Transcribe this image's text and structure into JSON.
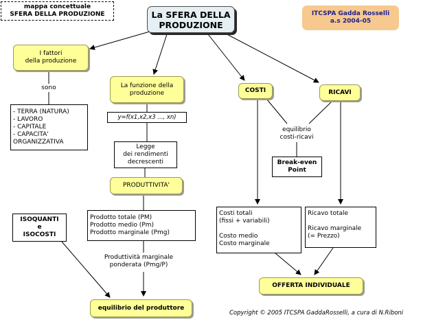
{
  "corner_note": {
    "line1": "mappa concettuale",
    "line2": "SFERA DELLA PRODUZIONE"
  },
  "main_title": "La SFERA DELLA\nPRODUZIONE",
  "school_badge": {
    "line1": "ITCSPA Gadda Rosselli",
    "line2": "a.s 2004-05"
  },
  "nodes": {
    "fattori": "I fattori\ndella produzione",
    "sono": "sono",
    "fattori_list": "- TERRA (NATURA)\n- LAVORO\n- CAPITALE\n- CAPACITA'\nORGANIZZATIVA",
    "funzione": "La funzione della\nproduzione",
    "formula": "y=f(x1,x2,x3 ..., xn)",
    "legge": "Legge\ndei rendimenti\ndecrescenti",
    "produttivita": "PRODUTTIVITA'",
    "prodotti": "Prodotto totale (PM)\nProdotto medio (Pm)\nProdotto marginale (Pmg)",
    "isoquanti": "ISOQUANTI\ne\nISOCOSTI",
    "produttivita_marginale": "Produttività marginale\nponderata (Pmg/P)",
    "equilibrio_produttore": "equilibrio del produttore",
    "costi": "COSTI",
    "ricavi": "RICAVI",
    "equilibrio_costi_ricavi": "equilibrio\ncosti-ricavi",
    "break_even": "Break-even\nPoint",
    "costi_list": "Costi totali\n      (fissi + variabili)\n\nCosto medio\nCosto marginale",
    "ricavi_list": "Ricavo totale\n\nRicavo marginale\n(= Prezzo)",
    "offerta": "OFFERTA INDIVIDUALE"
  },
  "copyright": "Copyright © 2005 ITCSPA GaddaRosselli, a cura di N.Riboni",
  "colors": {
    "node_yellow": "#ffff99",
    "title_bg": "#e6eff3",
    "badge_bg": "#f7c98f",
    "badge_text": "#1f1f8c",
    "arrow": "#000000"
  }
}
